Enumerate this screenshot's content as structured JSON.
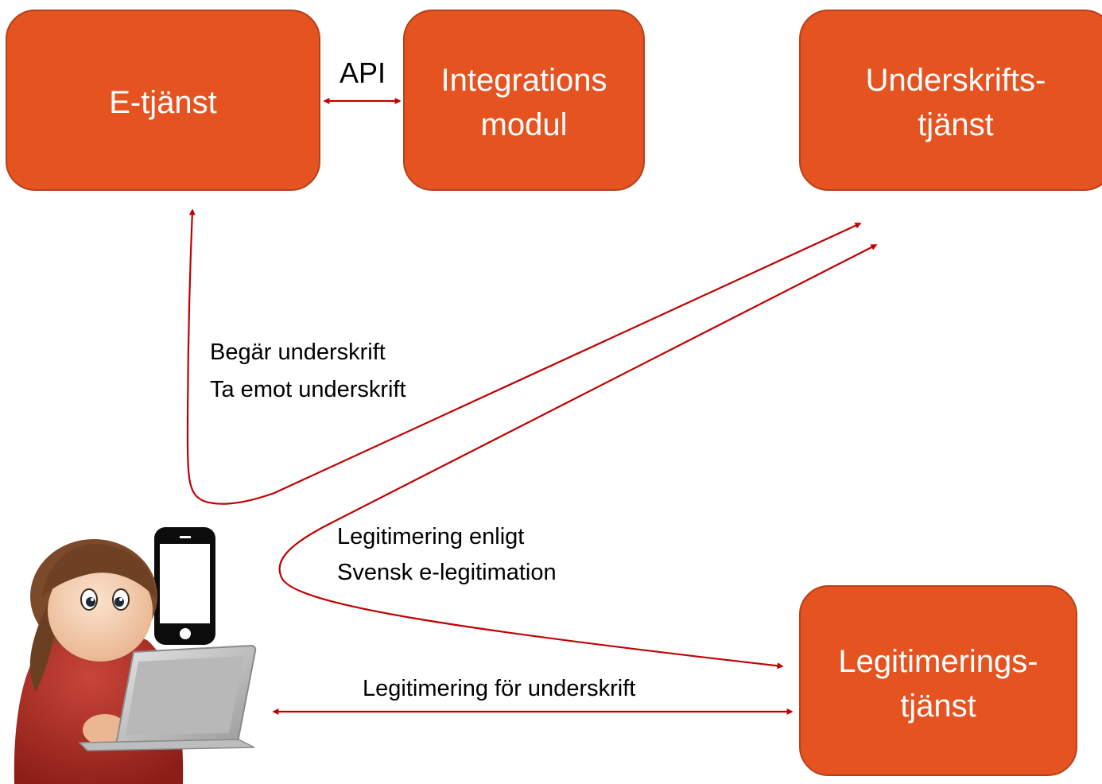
{
  "colors": {
    "box_fill": "#e55320",
    "box_border": "#b5411a",
    "arrow": "#c00000",
    "box_text": "#ffffff"
  },
  "boxes": {
    "etjanst": {
      "label": "E-tjänst"
    },
    "integration": {
      "line1": "Integrations",
      "line2": "modul"
    },
    "underskrift": {
      "line1": "Underskrifts-",
      "line2": "tjänst"
    },
    "legitimering": {
      "line1": "Legitimerings-",
      "line2": "tjänst"
    }
  },
  "labels": {
    "api": "API",
    "request_line1": "Begär underskrift",
    "request_line2": "Ta emot underskrift",
    "eid_line1": "Legitimering enligt",
    "eid_line2": "Svensk e-legitimation",
    "auth_for_signature": "Legitimering för underskrift"
  },
  "icons": {
    "user": "user-with-laptop-icon",
    "phone": "smartphone-icon"
  }
}
